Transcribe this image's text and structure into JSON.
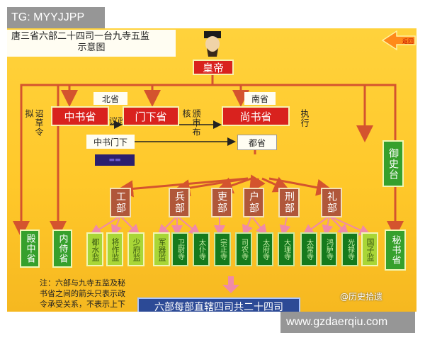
{
  "watermark_top": "TG: MYYJJPP",
  "watermark_bottom": "www.gzdaerqiu.com",
  "title_line1": "唐三省六部二十四司一台九寺五监",
  "title_line2": "示意图",
  "emperor": "皇帝",
  "province_labels": {
    "north": "北省",
    "south": "南省"
  },
  "provinces": {
    "zhongshu": "中书省",
    "menxia": "门下省",
    "shangshu": "尚书省"
  },
  "side_labels": {
    "draft": "诏草令拟",
    "discuss": "议政",
    "review": "颁审布核",
    "execute": "执行"
  },
  "zhongshu_menxia": "中书门下",
  "dusheng": "都省",
  "yushitai": "御史台",
  "ministries": [
    "工部",
    "兵部",
    "吏部",
    "户部",
    "刑部",
    "礼部"
  ],
  "inner_offices": [
    "殿中省",
    "内侍省"
  ],
  "agencies": [
    "都水监",
    "将作监",
    "少府监",
    "军器监",
    "卫尉寺",
    "太仆寺",
    "宗正寺",
    "司农寺",
    "太府寺",
    "大理寺",
    "太常寺",
    "鸿胪寺",
    "光禄寺",
    "国子监"
  ],
  "mishu": "秘书省",
  "note": "注：六部与九寺五监及秘书省之间的箭头只表示政令承受关系，不表示上下",
  "bottom_banner": "六部每部直辖四司共二十四司",
  "source_tag": "@历史拾遗",
  "colors": {
    "red": "#d9221e",
    "ministry": "#b0573a",
    "green": "#36a02c",
    "background": "#ffc82a"
  }
}
